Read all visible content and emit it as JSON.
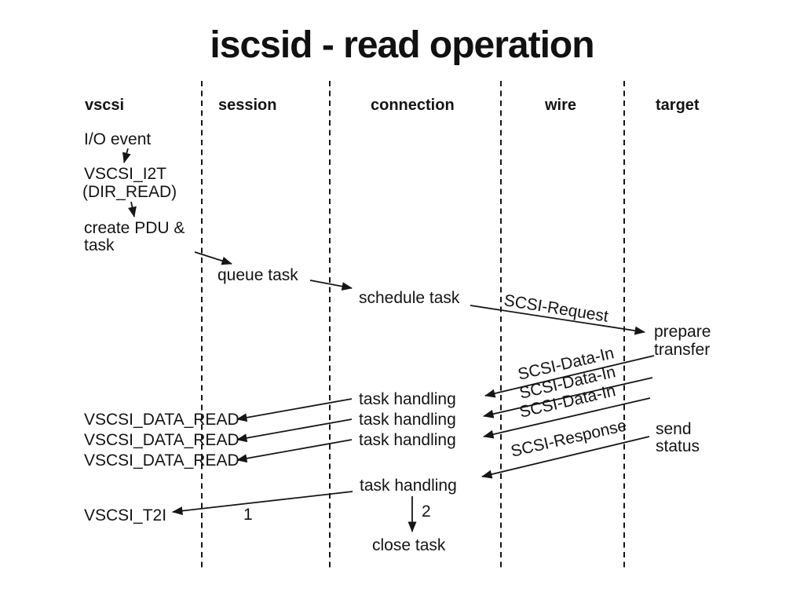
{
  "title": "iscsid - read operation",
  "columns": [
    {
      "label": "vscsi"
    },
    {
      "label": "session"
    },
    {
      "label": "connection"
    },
    {
      "label": "wire"
    },
    {
      "label": "target"
    }
  ],
  "vscsi_flow": {
    "io_event": "I/O event",
    "vscsi_i2t_line1": "VSCSI_I2T",
    "vscsi_i2t_line2": "(DIR_READ)",
    "create_pdu_line1": "create PDU &",
    "create_pdu_line2": "task"
  },
  "session_flow": {
    "queue_task": "queue task"
  },
  "connection_flow": {
    "schedule_task": "schedule task",
    "task_handling_1": "task handling",
    "task_handling_2": "task handling",
    "task_handling_3": "task handling",
    "task_handling_4": "task handling",
    "step_2": "2",
    "close_task": "close task"
  },
  "wire_flow": {
    "scsi_request": "SCSI-Request",
    "scsi_data_in_1": "SCSI-Data-In",
    "scsi_data_in_2": "SCSI-Data-In",
    "scsi_data_in_3": "SCSI-Data-In",
    "scsi_response": "SCSI-Response"
  },
  "target_flow": {
    "prepare_line1": "prepare",
    "prepare_line2": "transfer",
    "send_line1": "send",
    "send_line2": "status"
  },
  "returns": {
    "vscsi_data_read_1": "VSCSI_DATA_READ",
    "vscsi_data_read_2": "VSCSI_DATA_READ",
    "vscsi_data_read_3": "VSCSI_DATA_READ",
    "vscsi_t2i": "VSCSI_T2I",
    "step_1": "1"
  },
  "colors": {
    "ink": "#141414",
    "background": "#ffffff"
  }
}
